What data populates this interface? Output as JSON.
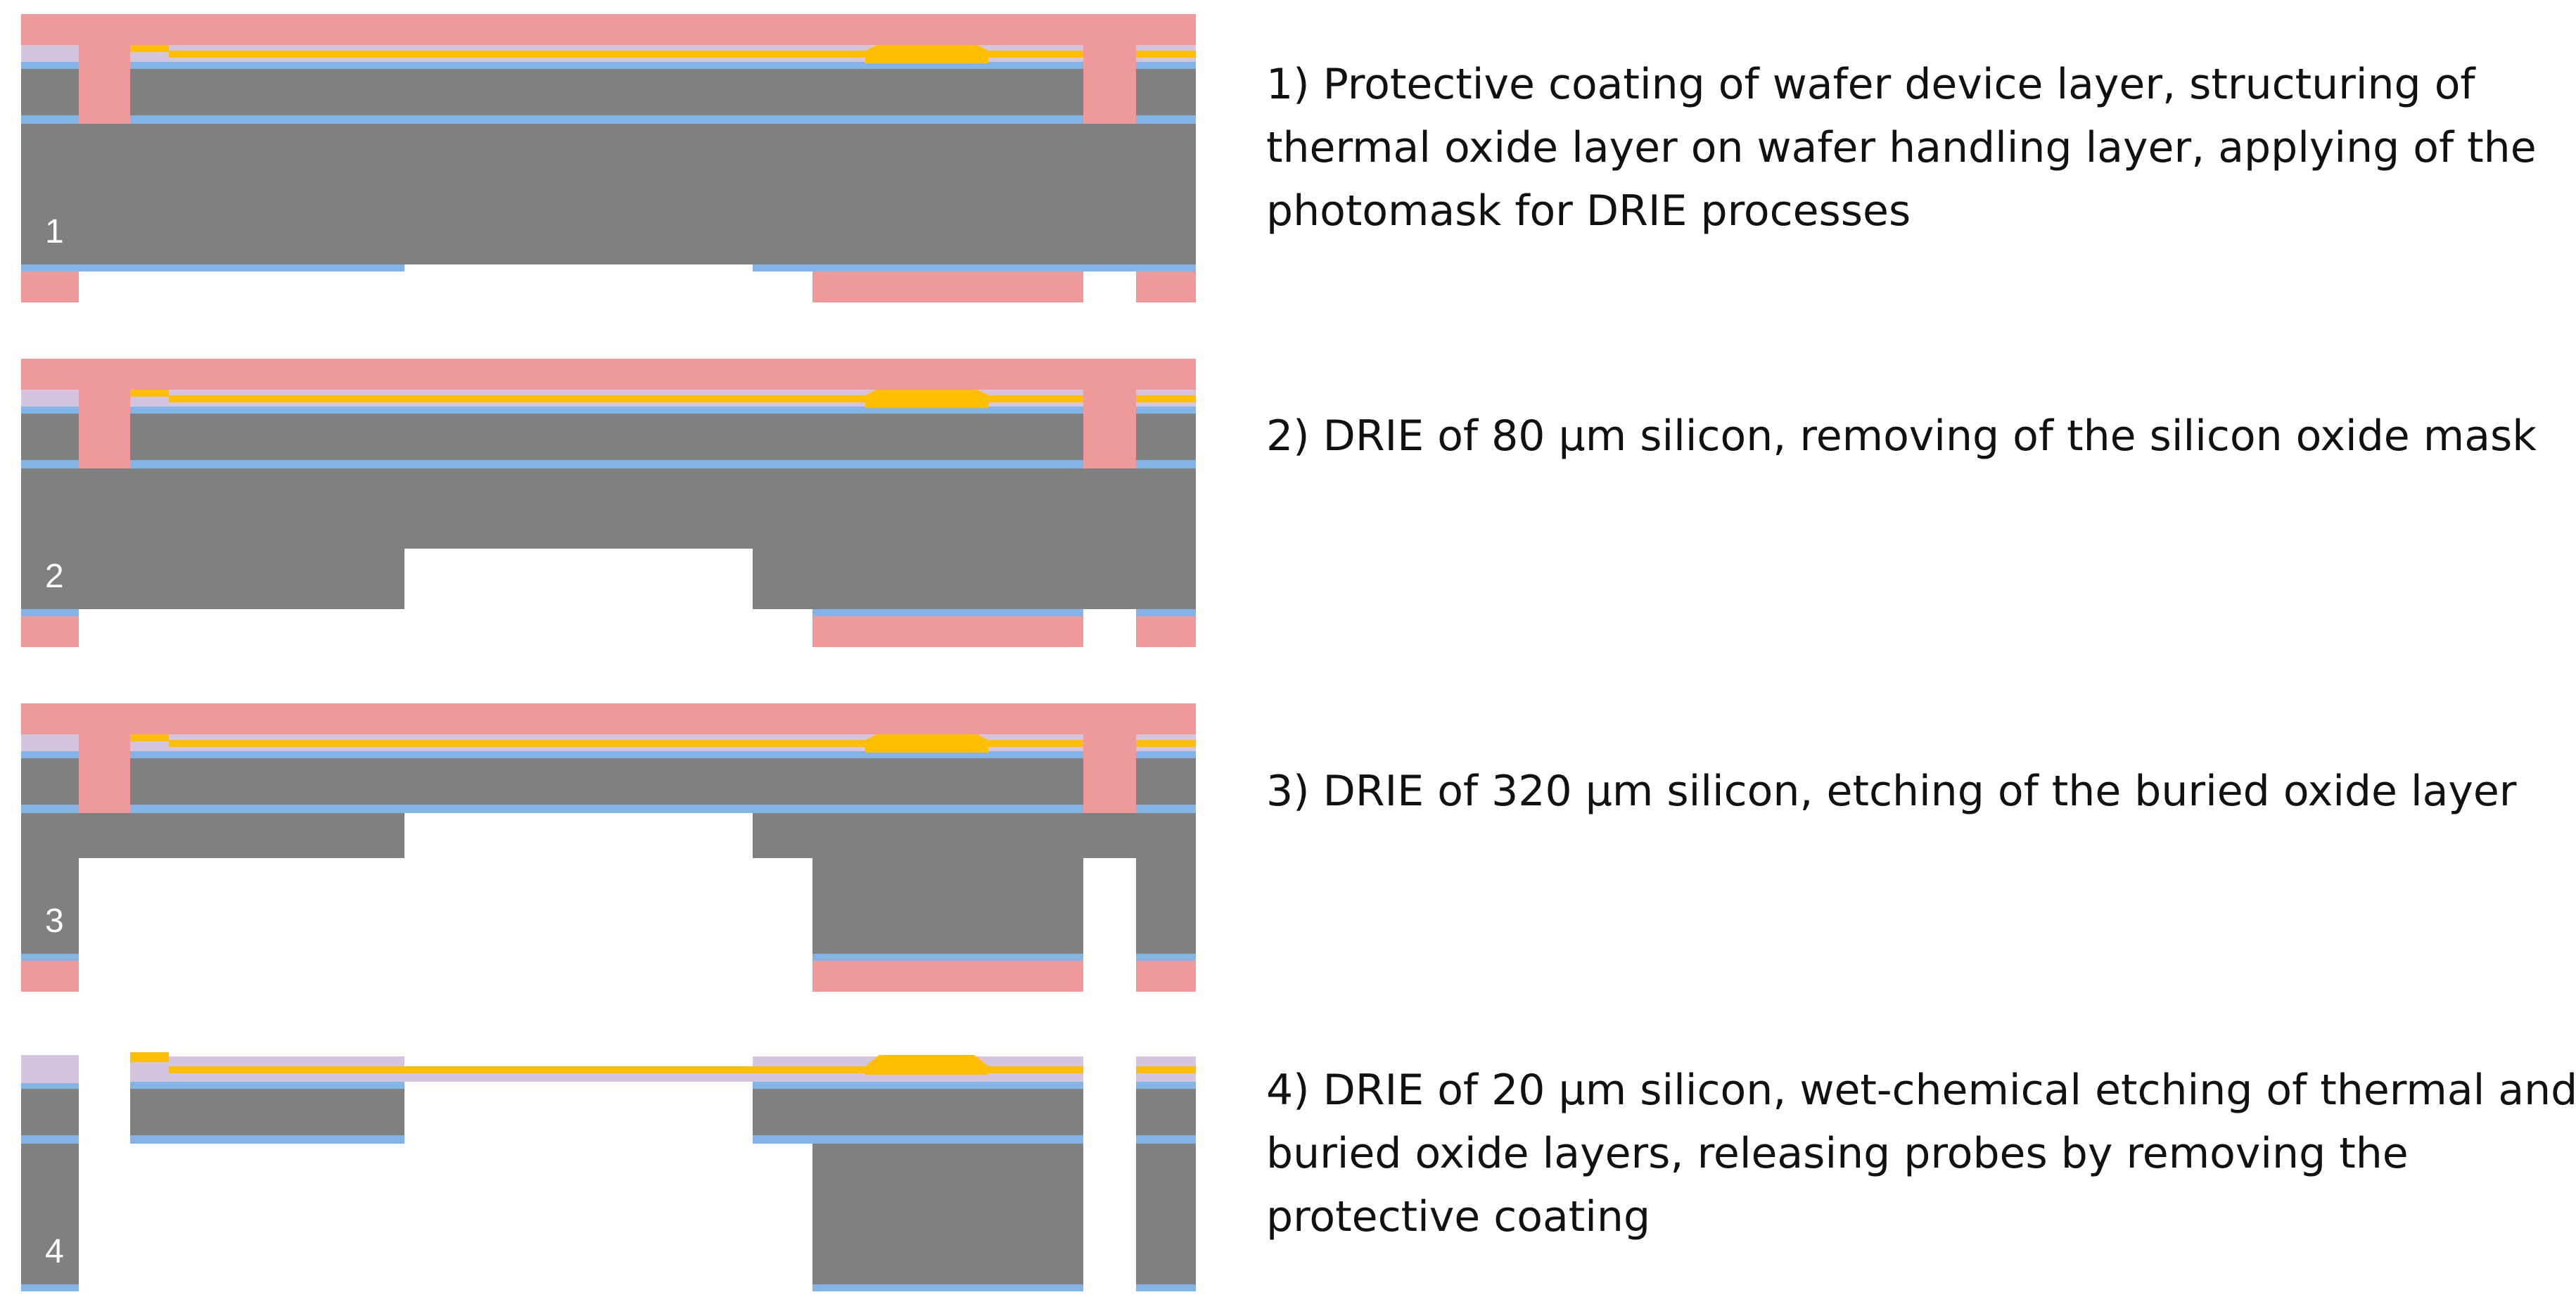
{
  "colors": {
    "silicon": "#808080",
    "photoresist": "#ef9a9a",
    "oxide": "#82b4e8",
    "passivation": "#d4c4de",
    "metal": "#ffbf00",
    "background": "#ffffff",
    "label": "#ffffff"
  },
  "steps": [
    {
      "number": "1",
      "caption_lines": [
        "1) Protective coating of wafer device layer, structuring of",
        "thermal oxide layer on wafer handling layer, applying of the",
        "photomask for DRIE processes"
      ]
    },
    {
      "number": "2",
      "caption_lines": [
        "2) DRIE of 80 µm silicon, removing of the silicon oxide mask"
      ]
    },
    {
      "number": "3",
      "caption_lines": [
        "3) DRIE of 320 µm silicon, etching of the buried oxide layer"
      ]
    },
    {
      "number": "4",
      "caption_lines": [
        "4) DRIE of 20 µm silicon, wet-chemical etching of thermal and",
        "buried oxide layers, releasing probes by removing the",
        "protective coating"
      ]
    }
  ]
}
